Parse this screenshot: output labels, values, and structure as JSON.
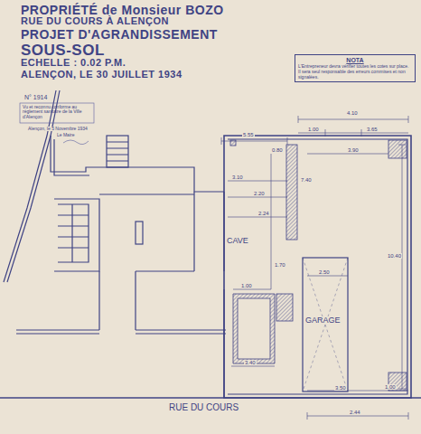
{
  "diagram": {
    "title": "PROPRIÉTÉ de Monsieur BOZO",
    "nodes": [
      {
        "text": [
          "NOTA",
          "L'Entrepreneur devra vérifier toutes les cotes sur place. Il sera seul responsable des erreurs commises et non signalées."
        ]
      }
    ],
    "labels": [
      "RUE DU COURS À ALENÇON",
      "PROJET D'AGRANDISSEMENT",
      "SOUS-SOL",
      "ECHELLE : 0.02 P.M.",
      "ALENÇON, LE 30 JUILLET 1934",
      "N° 1914",
      "Vu et reconnu conforme au règlement sanitaire de la Ville d'Alençon",
      "Alençon, le 5 Novembre 1934",
      "Le Maire",
      "CAVE",
      "GARAGE",
      "RUE DU COURS",
      "4.10",
      "1.00",
      "3.65",
      "5.55",
      "3.10",
      "2.20",
      "2.24",
      "0.80",
      "1.70",
      "7.40",
      "10.40",
      "3.90",
      "2.50",
      "1.00",
      "3.50",
      "2.44",
      "1.00",
      "3.40"
    ]
  }
}
